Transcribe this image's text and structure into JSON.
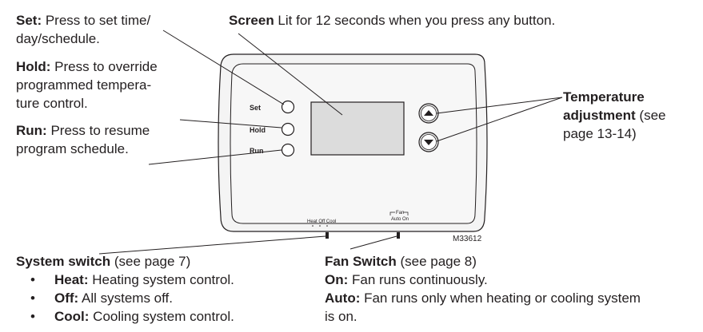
{
  "callouts": {
    "set": {
      "term": "Set:",
      "line1": " Press to set time/",
      "line2": "day/schedule."
    },
    "hold": {
      "term": "Hold:",
      "line1": " Press to override",
      "line2": "programmed tempera-",
      "line3": "ture control."
    },
    "run": {
      "term": "Run:",
      "line1": " Press to resume",
      "line2": "program schedule."
    },
    "screen": {
      "term": "Screen",
      "desc": " Lit for 12 seconds when you press any button."
    },
    "temperature": {
      "term1": "Temperature",
      "term2": "adjustment",
      "desc1": " (see",
      "desc2": "page 13-14)"
    },
    "system_switch": {
      "term": "System switch",
      "desc": " (see page 7)",
      "items": [
        {
          "term": "Heat:",
          "desc": " Heating system control."
        },
        {
          "term": "Off:",
          "desc": " All systems off."
        },
        {
          "term": "Cool:",
          "desc": " Cooling system control."
        }
      ]
    },
    "fan_switch": {
      "term": "Fan Switch",
      "desc": " (see page 8)",
      "on_term": "On:",
      "on_desc": " Fan runs continuously.",
      "auto_term": "Auto:",
      "auto_desc1": " Fan runs only when heating or cooling system",
      "auto_desc2": "is on."
    }
  },
  "device": {
    "buttons": [
      "Set",
      "Hold",
      "Run"
    ],
    "system_switch_label": "Heat Off Cool",
    "fan_switch_label": "Fan",
    "fan_switch_options": "Auto On",
    "model_code": "M33612"
  }
}
